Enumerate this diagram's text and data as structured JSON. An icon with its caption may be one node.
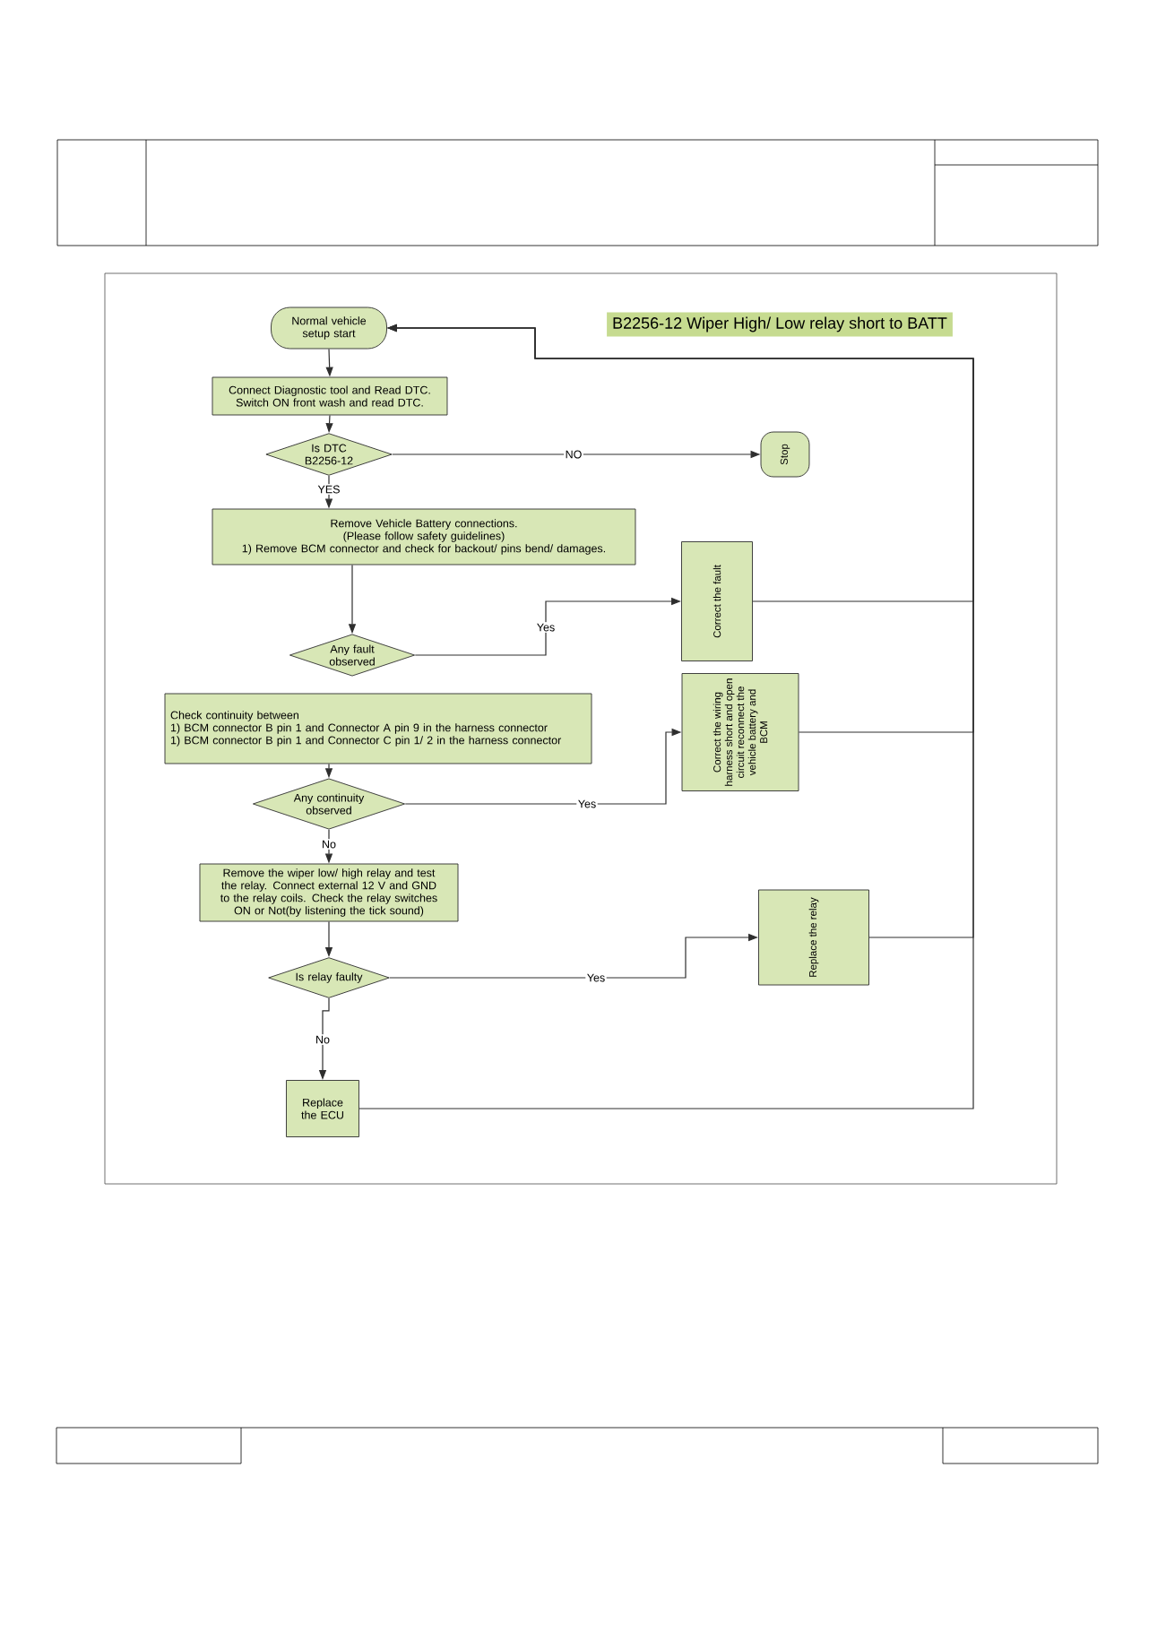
{
  "diagram": {
    "title": "B2256-12 Wiper High/ Low relay short to BATT",
    "nodes": [
      {
        "text": [
          "Normal vehicle setup start"
        ]
      },
      {
        "text": [
          "Connect Diagnostic tool and Read DTC. Switch ON front wash and read DTC."
        ]
      },
      {
        "text": [
          "Is DTC B2256-12"
        ]
      },
      {
        "text": [
          "Stop"
        ]
      },
      {
        "text": [
          "Remove Vehicle Battery connections.",
          "(Please follow safety guidelines)",
          "1) Remove BCM connector and check for backout/ pins bend/ damages."
        ]
      },
      {
        "text": [
          "Any fault observed"
        ]
      },
      {
        "text": [
          "Correct the fault"
        ]
      },
      {
        "text": [
          "Check continuity between",
          "1) BCM connector B pin 1 and Connector A pin 9 in the harness connector",
          "1) BCM connector B pin 1 and Connector C pin 1/ 2 in the harness connector"
        ]
      },
      {
        "text": [
          "Any continuity observed"
        ]
      },
      {
        "text": [
          "Correct the wiring harness short and open circuit reconnect the vehicle battery and BCM"
        ]
      },
      {
        "text": [
          "Remove the wiper low/ high relay and test the relay. Connect external 12 V and GND to the relay coils. Check the relay switches ON or Not(by listening the tick sound)"
        ]
      },
      {
        "text": [
          "Is relay faulty"
        ]
      },
      {
        "text": [
          "Replace the relay"
        ]
      },
      {
        "text": [
          "Replace the ECU"
        ]
      }
    ],
    "edges": [
      {
        "from": 0,
        "to": 1,
        "arrow": "to"
      },
      {
        "from": 1,
        "to": 2,
        "arrow": "to"
      },
      {
        "from": 2,
        "to": 3,
        "arrow": "to",
        "label": "NO"
      },
      {
        "from": 2,
        "to": 4,
        "arrow": "to",
        "label": "YES"
      },
      {
        "from": 4,
        "to": 5,
        "arrow": "to"
      },
      {
        "from": 5,
        "to": 6,
        "arrow": "to",
        "label": "Yes"
      },
      {
        "from": 7,
        "to": 8,
        "arrow": "to"
      },
      {
        "from": 8,
        "to": 9,
        "arrow": "to",
        "label": "Yes"
      },
      {
        "from": 8,
        "to": 10,
        "arrow": "to",
        "label": "No"
      },
      {
        "from": 10,
        "to": 11,
        "arrow": "to"
      },
      {
        "from": 11,
        "to": 12,
        "arrow": "to",
        "label": "Yes"
      },
      {
        "from": 11,
        "to": 13,
        "arrow": "to",
        "label": "No"
      },
      {
        "from": 6,
        "to": 0,
        "arrow": "to"
      },
      {
        "from": 9,
        "to": 0,
        "arrow": "to"
      },
      {
        "from": 12,
        "to": 0,
        "arrow": "to"
      },
      {
        "from": 13,
        "to": 0,
        "arrow": "to"
      }
    ]
  }
}
